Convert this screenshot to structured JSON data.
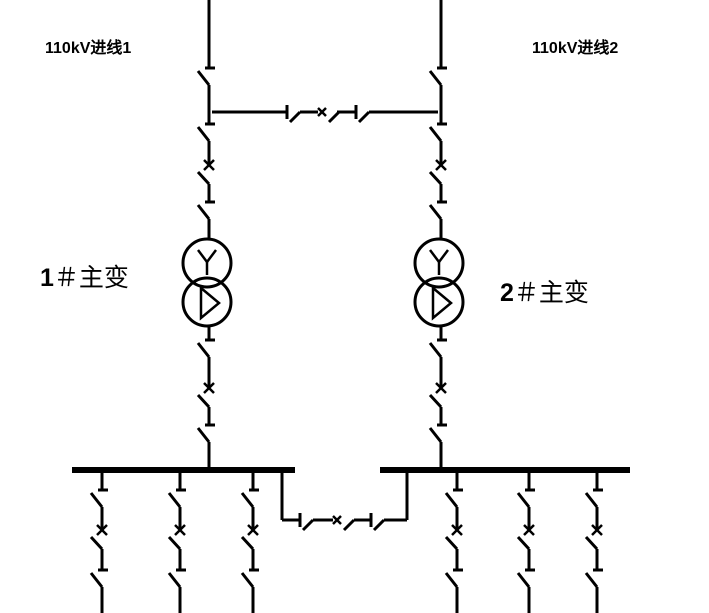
{
  "labels": {
    "incoming_1": "110kV进线1",
    "incoming_2": "110kV进线2",
    "transformer_1_num": "1",
    "transformer_1_text": "＃主变",
    "transformer_2_num": "2",
    "transformer_2_text": "＃主变"
  },
  "colors": {
    "line": "#000000",
    "background": "#ffffff"
  }
}
